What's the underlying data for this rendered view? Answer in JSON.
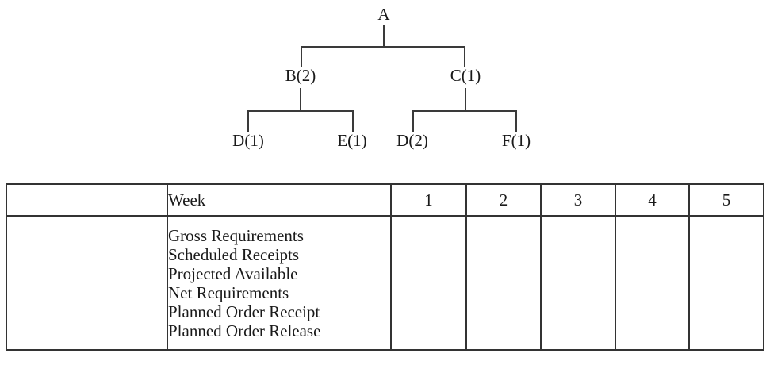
{
  "figure": {
    "type": "product-structure-tree-and-mrp-record"
  },
  "tree": {
    "nodes": [
      {
        "id": "A",
        "label": "A"
      },
      {
        "id": "B",
        "label": "B(2)"
      },
      {
        "id": "C",
        "label": "C(1)"
      },
      {
        "id": "D-under-B",
        "label": "D(1)"
      },
      {
        "id": "E",
        "label": "E(1)"
      },
      {
        "id": "D-under-C",
        "label": "D(2)"
      },
      {
        "id": "F",
        "label": "F(1)"
      }
    ],
    "edges": [
      [
        "A",
        "B"
      ],
      [
        "A",
        "C"
      ],
      [
        "B",
        "D-under-B"
      ],
      [
        "B",
        "E"
      ],
      [
        "C",
        "D-under-C"
      ],
      [
        "C",
        "F"
      ]
    ]
  },
  "table": {
    "header": {
      "week_label": "Week",
      "weeks": [
        "1",
        "2",
        "3",
        "4",
        "5"
      ]
    },
    "row_labels": [
      "Gross Requirements",
      "Scheduled Receipts",
      "Projected Available",
      "Net Requirements",
      "Planned Order Receipt",
      "Planned Order Release"
    ]
  },
  "colors": {
    "line": "#3a3a3a",
    "border": "#333333",
    "text": "#1a1a1a",
    "background": "#ffffff"
  }
}
